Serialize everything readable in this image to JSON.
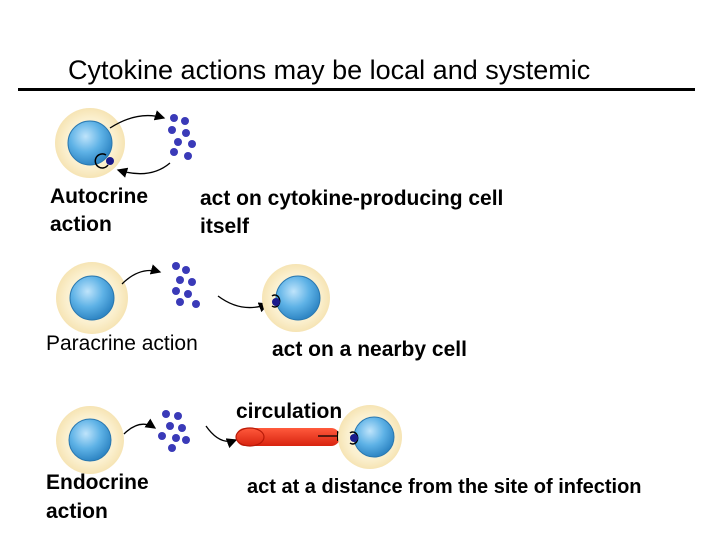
{
  "title": "Cytokine actions may be local and systemic",
  "autocrine": {
    "label_line1": "Autocrine",
    "label_line2": "action",
    "desc_line1": "act on cytokine-producing cell",
    "desc_line2": "itself"
  },
  "paracrine": {
    "label": "Paracrine action",
    "desc": "act on a nearby cell"
  },
  "endocrine": {
    "circulation_label": "circulation",
    "label_line1": "Endocrine",
    "label_line2": "action",
    "desc": "act at a distance from the site of infection"
  },
  "colors": {
    "cell_halo": "#fbf0cf",
    "nucleus": "#5eb2e6",
    "cytokine_dot": "#3a3ab8",
    "receptor": "#1a1a8c",
    "vessel": "#e8301e",
    "text": "#000000"
  }
}
